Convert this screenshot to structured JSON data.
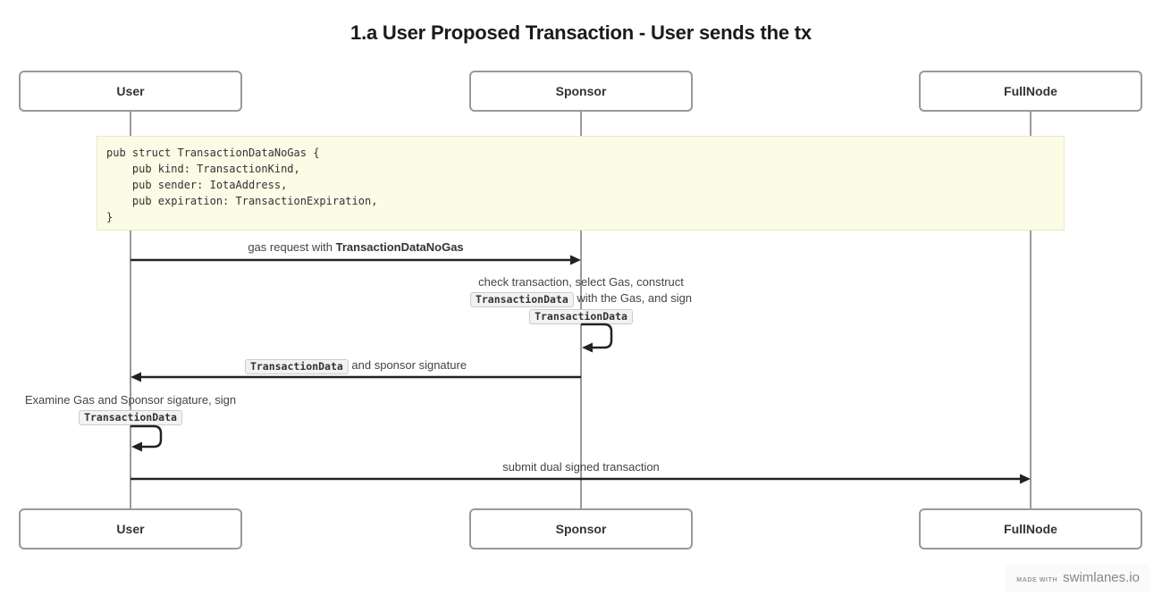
{
  "title": "1.a User Proposed Transaction - User sends the tx",
  "actors": {
    "user": "User",
    "sponsor": "Sponsor",
    "fullnode": "FullNode"
  },
  "note": {
    "lines": [
      "pub struct TransactionDataNoGas {",
      "    pub kind: TransactionKind,",
      "    pub sender: IotaAddress,",
      "    pub expiration: TransactionExpiration,",
      "}"
    ]
  },
  "messages": {
    "gas_request": {
      "text": "gas request with ",
      "bold": "TransactionDataNoGas"
    },
    "sponsor_self": {
      "line1": "check transaction, select Gas, construct",
      "line2_code": "TransactionData",
      "line2_text": " with the Gas, and sign",
      "line3_code": "TransactionData"
    },
    "sponsor_reply": {
      "code": "TransactionData",
      "text": " and sponsor signature"
    },
    "user_self": {
      "line1": "Examine Gas and Sponsor sigature, sign",
      "line2_code": "TransactionData"
    },
    "submit": "submit dual signed transaction"
  },
  "footer": {
    "made_with": "MADE WITH",
    "brand": "swimlanes.io"
  },
  "colors": {
    "note_background": "#fbfbe6",
    "note_border": "#e9e9c9",
    "arrow": "#222222",
    "lifeline": "#9a9a9a",
    "actor_border": "#999999",
    "chip_background": "#f2f2f2",
    "chip_border": "#cccccc"
  }
}
